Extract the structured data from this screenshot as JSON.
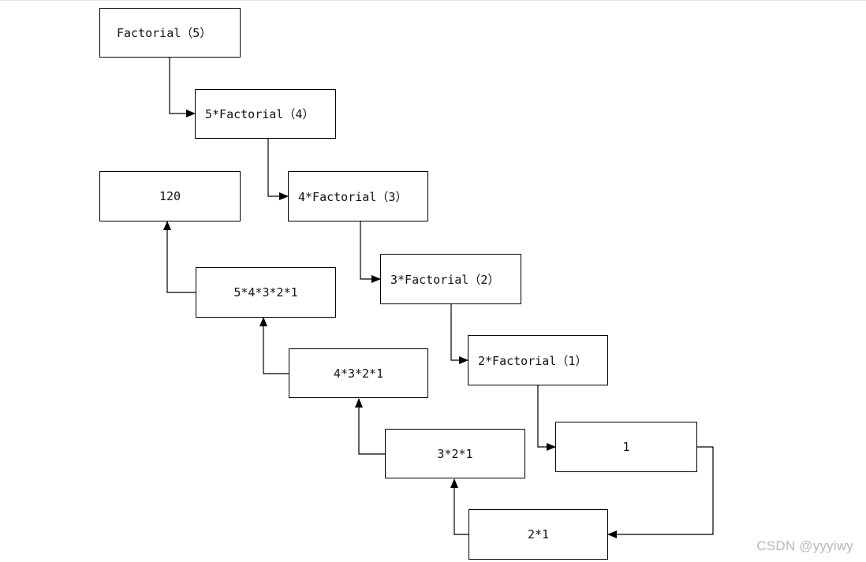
{
  "diagram": {
    "descend": [
      {
        "id": "f5",
        "label": "Factorial（5）"
      },
      {
        "id": "f4",
        "label": "5*Factorial（4）"
      },
      {
        "id": "f3",
        "label": "4*Factorial（3）"
      },
      {
        "id": "f2",
        "label": "3*Factorial（2）"
      },
      {
        "id": "f1",
        "label": "2*Factorial（1）"
      },
      {
        "id": "base",
        "label": "1"
      }
    ],
    "ascend": [
      {
        "id": "r2",
        "label": "2*1"
      },
      {
        "id": "r3",
        "label": "3*2*1"
      },
      {
        "id": "r4",
        "label": "4*3*2*1"
      },
      {
        "id": "r5",
        "label": "5*4*3*2*1"
      },
      {
        "id": "result",
        "label": "120"
      }
    ]
  },
  "watermark": "CSDN @yyyiwy",
  "colors": {
    "stroke": "#000000",
    "background": "#ffffff",
    "watermark": "#b8b8b8"
  }
}
